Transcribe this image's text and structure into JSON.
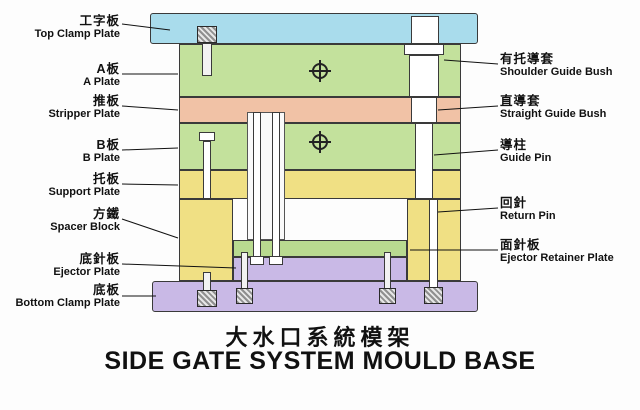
{
  "title": {
    "zh": "大水口系統模架",
    "en": "SIDE GATE SYSTEM MOULD BASE"
  },
  "left_labels": [
    {
      "zh": "工字板",
      "en": "Top Clamp Plate"
    },
    {
      "zh": "A板",
      "en": "A Plate"
    },
    {
      "zh": "推板",
      "en": "Stripper Plate"
    },
    {
      "zh": "B板",
      "en": "B Plate"
    },
    {
      "zh": "托板",
      "en": "Support Plate"
    },
    {
      "zh": "方鐵",
      "en": "Spacer Block"
    },
    {
      "zh": "底針板",
      "en": "Ejector Plate"
    },
    {
      "zh": "底板",
      "en": "Bottom Clamp Plate"
    }
  ],
  "right_labels": [
    {
      "zh": "有托導套",
      "en": "Shoulder Guide Bush"
    },
    {
      "zh": "直導套",
      "en": "Straight Guide Bush"
    },
    {
      "zh": "導柱",
      "en": "Guide Pin"
    },
    {
      "zh": "回針",
      "en": "Return Pin"
    },
    {
      "zh": "面針板",
      "en": "Ejector Retainer Plate"
    }
  ],
  "colors": {
    "top_clamp_plate": "#a9dcec",
    "a_plate": "#c3e19c",
    "stripper_plate": "#f1c2a6",
    "b_plate": "#c3e19c",
    "support_plate": "#f0e084",
    "spacer_block": "#f0e084",
    "ejector_retainer_plate": "#b9da90",
    "ejector_plate": "#c9b9e6",
    "bottom_clamp_plate": "#c9b9e6",
    "background": "#ffffff",
    "outline": "#3a3a3a"
  }
}
